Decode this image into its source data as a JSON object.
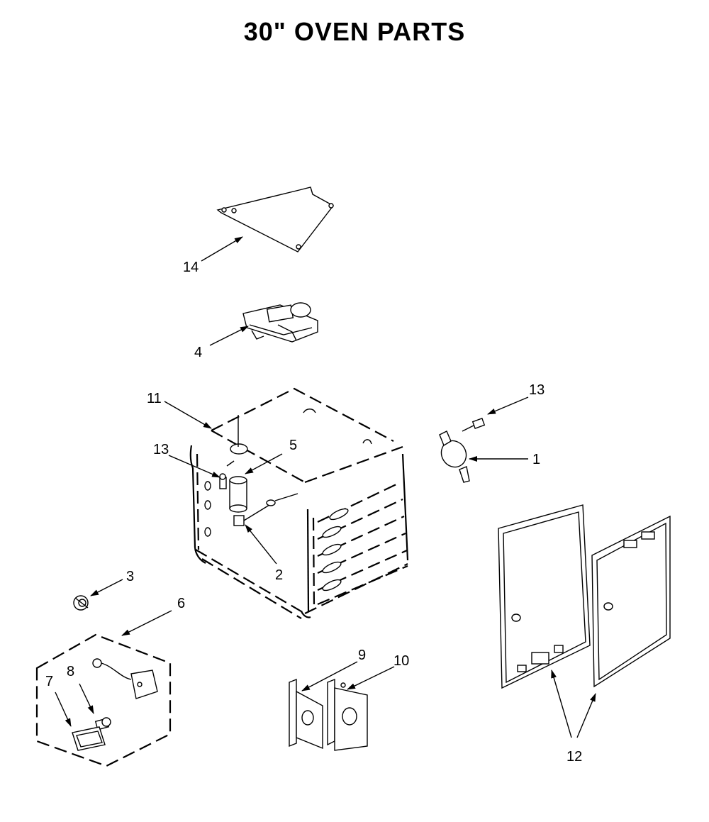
{
  "title": "30\" OVEN PARTS",
  "callouts": {
    "c1": "1",
    "c2": "2",
    "c3": "3",
    "c4": "4",
    "c5": "5",
    "c6": "6",
    "c7": "7",
    "c8": "8",
    "c9": "9",
    "c10": "10",
    "c11": "11",
    "c12": "12",
    "c13a": "13",
    "c13b": "13",
    "c14": "14"
  }
}
